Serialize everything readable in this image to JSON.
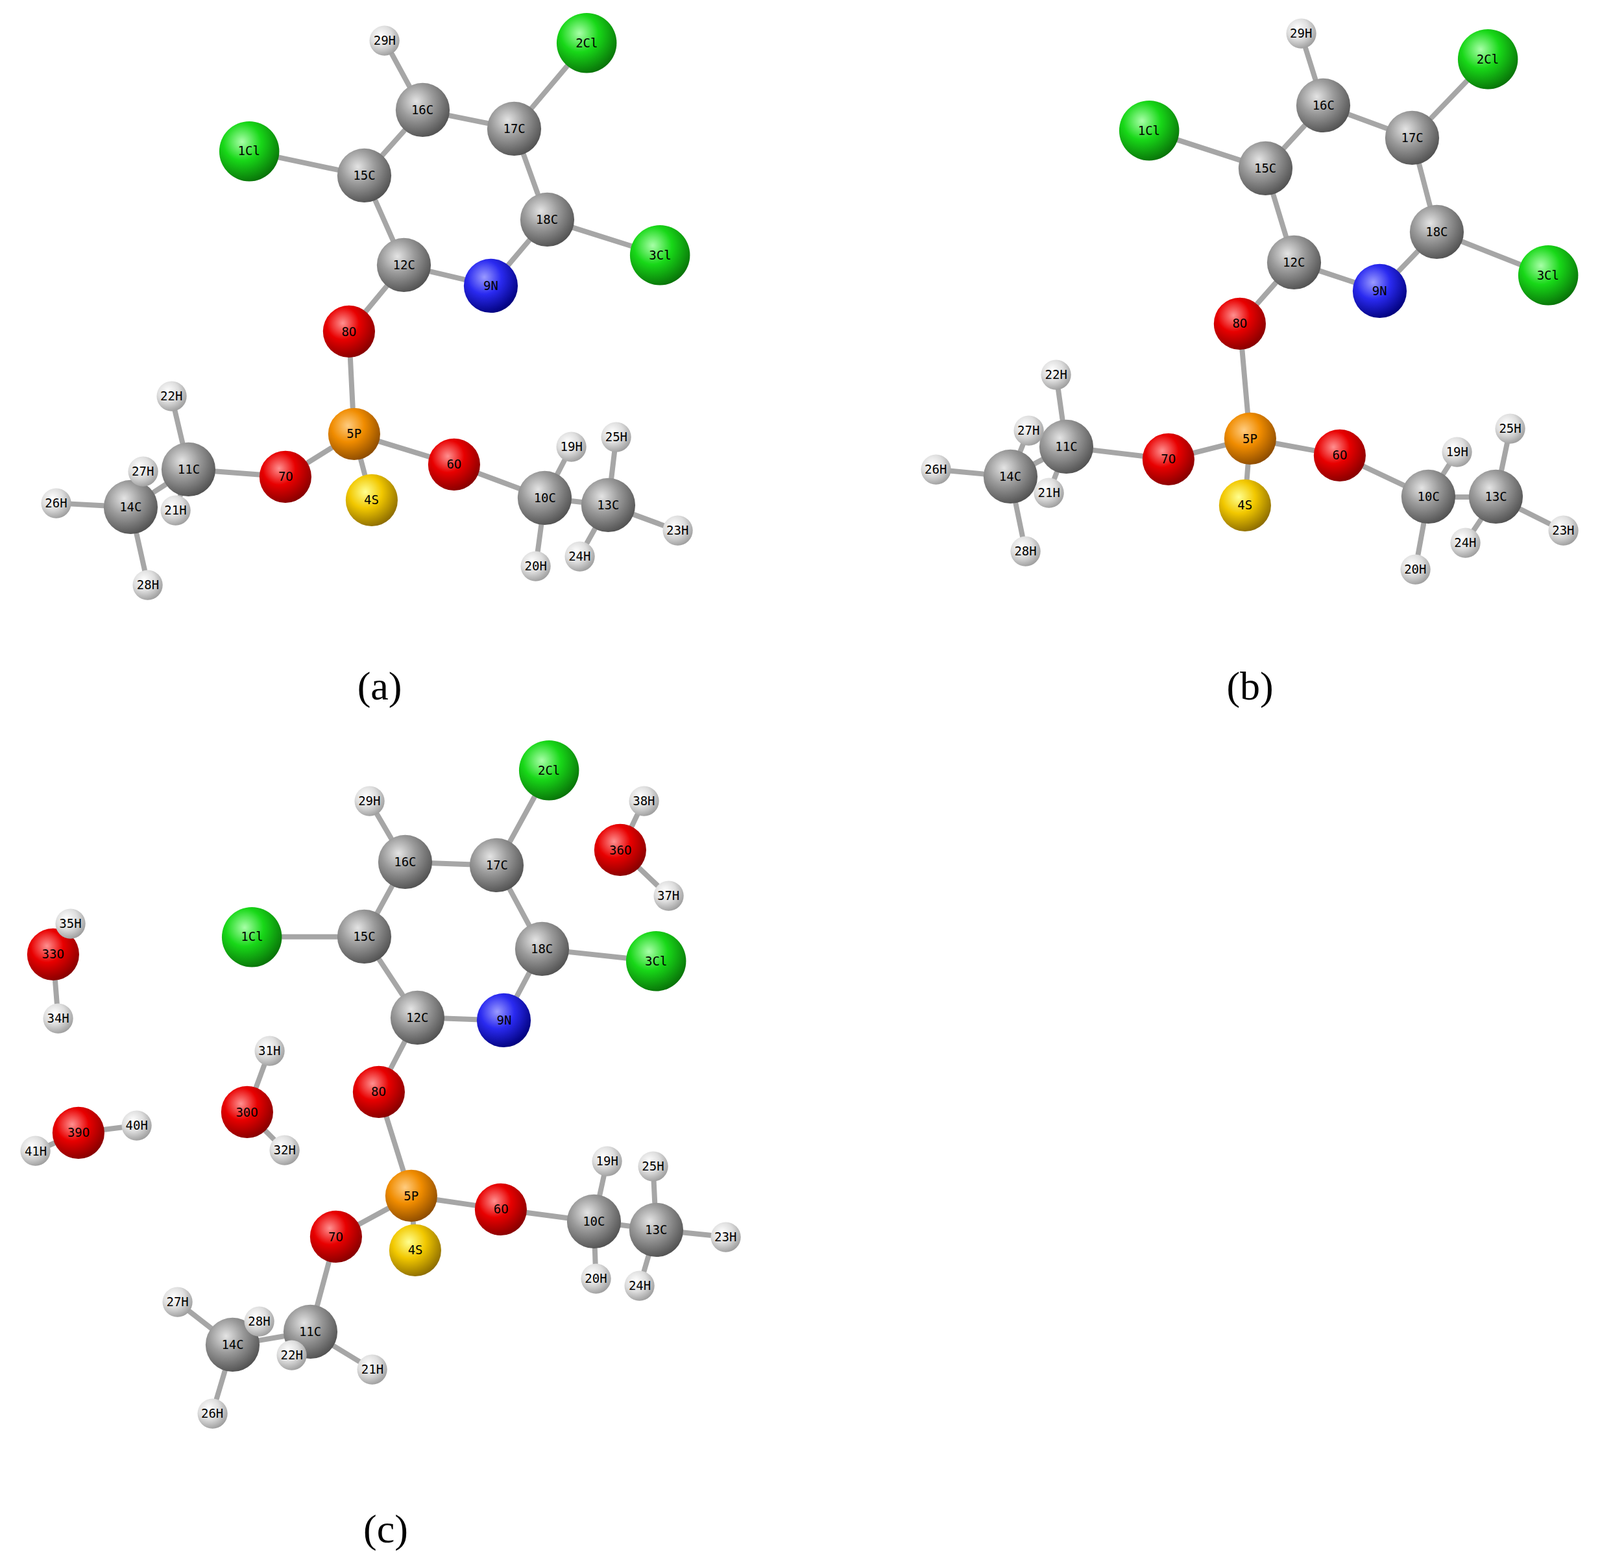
{
  "diagram": {
    "nodes": [
      {
        "text": [
          "1Cl"
        ]
      },
      {
        "text": [
          "2Cl"
        ]
      },
      {
        "text": [
          "3Cl"
        ]
      },
      {
        "text": [
          "4S"
        ]
      },
      {
        "text": [
          "5P"
        ]
      },
      {
        "text": [
          "6O"
        ]
      },
      {
        "text": [
          "7O"
        ]
      },
      {
        "text": [
          "8O"
        ]
      },
      {
        "text": [
          "9N"
        ]
      },
      {
        "text": [
          "10C"
        ]
      },
      {
        "text": [
          "11C"
        ]
      },
      {
        "text": [
          "12C"
        ]
      },
      {
        "text": [
          "13C"
        ]
      },
      {
        "text": [
          "14C"
        ]
      },
      {
        "text": [
          "15C"
        ]
      },
      {
        "text": [
          "16C"
        ]
      },
      {
        "text": [
          "17C"
        ]
      },
      {
        "text": [
          "18C"
        ]
      },
      {
        "text": [
          "19H"
        ]
      },
      {
        "text": [
          "20H"
        ]
      },
      {
        "text": [
          "21H"
        ]
      },
      {
        "text": [
          "22H"
        ]
      },
      {
        "text": [
          "23H"
        ]
      },
      {
        "text": [
          "24H"
        ]
      },
      {
        "text": [
          "25H"
        ]
      },
      {
        "text": [
          "26H"
        ]
      },
      {
        "text": [
          "27H"
        ]
      },
      {
        "text": [
          "28H"
        ]
      },
      {
        "text": [
          "29H"
        ]
      },
      {
        "text": [
          "1Cl"
        ]
      },
      {
        "text": [
          "2Cl"
        ]
      },
      {
        "text": [
          "3Cl"
        ]
      },
      {
        "text": [
          "4S"
        ]
      },
      {
        "text": [
          "5P"
        ]
      },
      {
        "text": [
          "6O"
        ]
      },
      {
        "text": [
          "7O"
        ]
      },
      {
        "text": [
          "8O"
        ]
      },
      {
        "text": [
          "9N"
        ]
      },
      {
        "text": [
          "10C"
        ]
      },
      {
        "text": [
          "11C"
        ]
      },
      {
        "text": [
          "12C"
        ]
      },
      {
        "text": [
          "13C"
        ]
      },
      {
        "text": [
          "14C"
        ]
      },
      {
        "text": [
          "15C"
        ]
      },
      {
        "text": [
          "16C"
        ]
      },
      {
        "text": [
          "17C"
        ]
      },
      {
        "text": [
          "18C"
        ]
      },
      {
        "text": [
          "19H"
        ]
      },
      {
        "text": [
          "20H"
        ]
      },
      {
        "text": [
          "21H"
        ]
      },
      {
        "text": [
          "22H"
        ]
      },
      {
        "text": [
          "23H"
        ]
      },
      {
        "text": [
          "24H"
        ]
      },
      {
        "text": [
          "25H"
        ]
      },
      {
        "text": [
          "26H"
        ]
      },
      {
        "text": [
          "27H"
        ]
      },
      {
        "text": [
          "28H"
        ]
      },
      {
        "text": [
          "29H"
        ]
      },
      {
        "text": [
          "1Cl"
        ]
      },
      {
        "text": [
          "2Cl"
        ]
      },
      {
        "text": [
          "3Cl"
        ]
      },
      {
        "text": [
          "4S"
        ]
      },
      {
        "text": [
          "5P"
        ]
      },
      {
        "text": [
          "6O"
        ]
      },
      {
        "text": [
          "7O"
        ]
      },
      {
        "text": [
          "8O"
        ]
      },
      {
        "text": [
          "9N"
        ]
      },
      {
        "text": [
          "10C"
        ]
      },
      {
        "text": [
          "11C"
        ]
      },
      {
        "text": [
          "12C"
        ]
      },
      {
        "text": [
          "13C"
        ]
      },
      {
        "text": [
          "14C"
        ]
      },
      {
        "text": [
          "15C"
        ]
      },
      {
        "text": [
          "16C"
        ]
      },
      {
        "text": [
          "17C"
        ]
      },
      {
        "text": [
          "18C"
        ]
      },
      {
        "text": [
          "19H"
        ]
      },
      {
        "text": [
          "20H"
        ]
      },
      {
        "text": [
          "21H"
        ]
      },
      {
        "text": [
          "22H"
        ]
      },
      {
        "text": [
          "23H"
        ]
      },
      {
        "text": [
          "24H"
        ]
      },
      {
        "text": [
          "25H"
        ]
      },
      {
        "text": [
          "26H"
        ]
      },
      {
        "text": [
          "27H"
        ]
      },
      {
        "text": [
          "28H"
        ]
      },
      {
        "text": [
          "29H"
        ]
      },
      {
        "text": [
          "30O"
        ]
      },
      {
        "text": [
          "31H"
        ]
      },
      {
        "text": [
          "32H"
        ]
      },
      {
        "text": [
          "33O"
        ]
      },
      {
        "text": [
          "34H"
        ]
      },
      {
        "text": [
          "35H"
        ]
      },
      {
        "text": [
          "36O"
        ]
      },
      {
        "text": [
          "37H"
        ]
      },
      {
        "text": [
          "38H"
        ]
      },
      {
        "text": [
          "39O"
        ]
      },
      {
        "text": [
          "40H"
        ]
      },
      {
        "text": [
          "41H"
        ]
      }
    ],
    "edges": [
      {
        "from": 0,
        "to": 14,
        "arrow": "none"
      },
      {
        "from": 1,
        "to": 16,
        "arrow": "none"
      },
      {
        "from": 2,
        "to": 17,
        "arrow": "none"
      },
      {
        "from": 14,
        "to": 15,
        "arrow": "none"
      },
      {
        "from": 15,
        "to": 16,
        "arrow": "none"
      },
      {
        "from": 16,
        "to": 17,
        "arrow": "none"
      },
      {
        "from": 17,
        "to": 8,
        "arrow": "none"
      },
      {
        "from": 8,
        "to": 11,
        "arrow": "none"
      },
      {
        "from": 11,
        "to": 14,
        "arrow": "none"
      },
      {
        "from": 11,
        "to": 7,
        "arrow": "none"
      },
      {
        "from": 15,
        "to": 28,
        "arrow": "none"
      },
      {
        "from": 7,
        "to": 4,
        "arrow": "none"
      },
      {
        "from": 4,
        "to": 3,
        "arrow": "none"
      },
      {
        "from": 4,
        "to": 6,
        "arrow": "none"
      },
      {
        "from": 4,
        "to": 5,
        "arrow": "none"
      },
      {
        "from": 6,
        "to": 10,
        "arrow": "none"
      },
      {
        "from": 10,
        "to": 21,
        "arrow": "none"
      },
      {
        "from": 10,
        "to": 20,
        "arrow": "none"
      },
      {
        "from": 10,
        "to": 13,
        "arrow": "none"
      },
      {
        "from": 13,
        "to": 25,
        "arrow": "none"
      },
      {
        "from": 13,
        "to": 26,
        "arrow": "none"
      },
      {
        "from": 13,
        "to": 27,
        "arrow": "none"
      },
      {
        "from": 5,
        "to": 9,
        "arrow": "none"
      },
      {
        "from": 9,
        "to": 18,
        "arrow": "none"
      },
      {
        "from": 9,
        "to": 19,
        "arrow": "none"
      },
      {
        "from": 9,
        "to": 12,
        "arrow": "none"
      },
      {
        "from": 12,
        "to": 22,
        "arrow": "none"
      },
      {
        "from": 12,
        "to": 23,
        "arrow": "none"
      },
      {
        "from": 12,
        "to": 24,
        "arrow": "none"
      },
      {
        "from": 29,
        "to": 43,
        "arrow": "none"
      },
      {
        "from": 30,
        "to": 45,
        "arrow": "none"
      },
      {
        "from": 31,
        "to": 46,
        "arrow": "none"
      },
      {
        "from": 43,
        "to": 44,
        "arrow": "none"
      },
      {
        "from": 44,
        "to": 45,
        "arrow": "none"
      },
      {
        "from": 45,
        "to": 46,
        "arrow": "none"
      },
      {
        "from": 46,
        "to": 37,
        "arrow": "none"
      },
      {
        "from": 37,
        "to": 40,
        "arrow": "none"
      },
      {
        "from": 40,
        "to": 43,
        "arrow": "none"
      },
      {
        "from": 40,
        "to": 36,
        "arrow": "none"
      },
      {
        "from": 44,
        "to": 57,
        "arrow": "none"
      },
      {
        "from": 36,
        "to": 33,
        "arrow": "none"
      },
      {
        "from": 33,
        "to": 32,
        "arrow": "none"
      },
      {
        "from": 33,
        "to": 35,
        "arrow": "none"
      },
      {
        "from": 33,
        "to": 34,
        "arrow": "none"
      },
      {
        "from": 35,
        "to": 39,
        "arrow": "none"
      },
      {
        "from": 39,
        "to": 50,
        "arrow": "none"
      },
      {
        "from": 39,
        "to": 49,
        "arrow": "none"
      },
      {
        "from": 39,
        "to": 42,
        "arrow": "none"
      },
      {
        "from": 42,
        "to": 54,
        "arrow": "none"
      },
      {
        "from": 42,
        "to": 55,
        "arrow": "none"
      },
      {
        "from": 42,
        "to": 56,
        "arrow": "none"
      },
      {
        "from": 34,
        "to": 38,
        "arrow": "none"
      },
      {
        "from": 38,
        "to": 47,
        "arrow": "none"
      },
      {
        "from": 38,
        "to": 48,
        "arrow": "none"
      },
      {
        "from": 38,
        "to": 41,
        "arrow": "none"
      },
      {
        "from": 41,
        "to": 51,
        "arrow": "none"
      },
      {
        "from": 41,
        "to": 52,
        "arrow": "none"
      },
      {
        "from": 41,
        "to": 53,
        "arrow": "none"
      },
      {
        "from": 58,
        "to": 72,
        "arrow": "none"
      },
      {
        "from": 59,
        "to": 74,
        "arrow": "none"
      },
      {
        "from": 60,
        "to": 75,
        "arrow": "none"
      },
      {
        "from": 72,
        "to": 73,
        "arrow": "none"
      },
      {
        "from": 73,
        "to": 74,
        "arrow": "none"
      },
      {
        "from": 74,
        "to": 75,
        "arrow": "none"
      },
      {
        "from": 75,
        "to": 66,
        "arrow": "none"
      },
      {
        "from": 66,
        "to": 69,
        "arrow": "none"
      },
      {
        "from": 69,
        "to": 72,
        "arrow": "none"
      },
      {
        "from": 69,
        "to": 65,
        "arrow": "none"
      },
      {
        "from": 73,
        "to": 86,
        "arrow": "none"
      },
      {
        "from": 65,
        "to": 62,
        "arrow": "none"
      },
      {
        "from": 62,
        "to": 61,
        "arrow": "none"
      },
      {
        "from": 62,
        "to": 64,
        "arrow": "none"
      },
      {
        "from": 62,
        "to": 63,
        "arrow": "none"
      },
      {
        "from": 64,
        "to": 68,
        "arrow": "none"
      },
      {
        "from": 68,
        "to": 79,
        "arrow": "none"
      },
      {
        "from": 68,
        "to": 78,
        "arrow": "none"
      },
      {
        "from": 68,
        "to": 71,
        "arrow": "none"
      },
      {
        "from": 71,
        "to": 83,
        "arrow": "none"
      },
      {
        "from": 71,
        "to": 84,
        "arrow": "none"
      },
      {
        "from": 71,
        "to": 85,
        "arrow": "none"
      },
      {
        "from": 63,
        "to": 67,
        "arrow": "none"
      },
      {
        "from": 67,
        "to": 76,
        "arrow": "none"
      },
      {
        "from": 67,
        "to": 77,
        "arrow": "none"
      },
      {
        "from": 67,
        "to": 70,
        "arrow": "none"
      },
      {
        "from": 70,
        "to": 80,
        "arrow": "none"
      },
      {
        "from": 70,
        "to": 81,
        "arrow": "none"
      },
      {
        "from": 70,
        "to": 82,
        "arrow": "none"
      },
      {
        "from": 87,
        "to": 88,
        "arrow": "none"
      },
      {
        "from": 87,
        "to": 89,
        "arrow": "none"
      },
      {
        "from": 90,
        "to": 91,
        "arrow": "none"
      },
      {
        "from": 90,
        "to": 92,
        "arrow": "none"
      },
      {
        "from": 93,
        "to": 94,
        "arrow": "none"
      },
      {
        "from": 93,
        "to": 95,
        "arrow": "none"
      },
      {
        "from": 96,
        "to": 97,
        "arrow": "none"
      },
      {
        "from": 96,
        "to": 98,
        "arrow": "none"
      }
    ],
    "labels": [
      "(a)",
      "(b)",
      "(c)"
    ]
  }
}
